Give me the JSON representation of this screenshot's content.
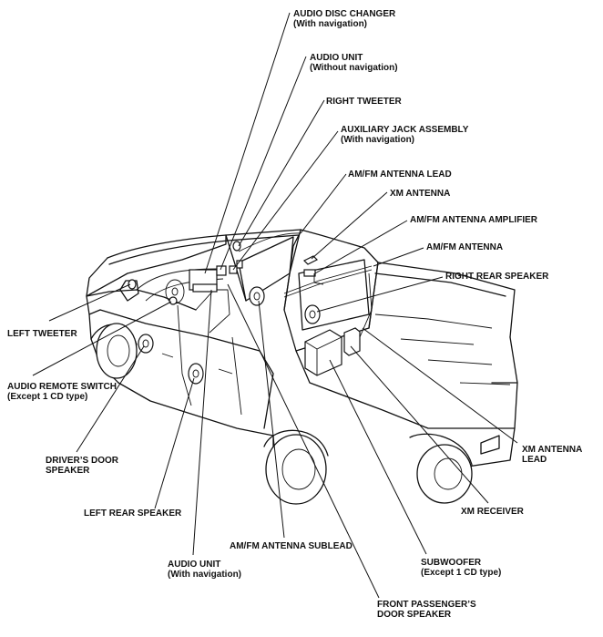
{
  "labels": {
    "audio_disc_changer": [
      "AUDIO DISC CHANGER",
      "(With navigation)"
    ],
    "audio_unit_without_nav": [
      "AUDIO UNIT",
      "(Without navigation)"
    ],
    "right_tweeter": [
      "RIGHT TWEETER"
    ],
    "auxiliary_jack": [
      "AUXILIARY JACK ASSEMBLY",
      "(With navigation)"
    ],
    "amfm_antenna_lead": [
      "AM/FM ANTENNA LEAD"
    ],
    "xm_antenna": [
      "XM ANTENNA"
    ],
    "amfm_antenna_amplifier": [
      "AM/FM ANTENNA AMPLIFIER"
    ],
    "amfm_antenna": [
      "AM/FM ANTENNA"
    ],
    "right_rear_speaker": [
      "RIGHT REAR SPEAKER"
    ],
    "left_tweeter": [
      "LEFT TWEETER"
    ],
    "audio_remote_switch": [
      "AUDIO REMOTE SWITCH",
      "(Except 1 CD type)"
    ],
    "drivers_door_speaker": [
      "DRIVER’S DOOR",
      "SPEAKER"
    ],
    "left_rear_speaker": [
      "LEFT REAR SPEAKER"
    ],
    "amfm_antenna_sublead": [
      "AM/FM ANTENNA SUBLEAD"
    ],
    "audio_unit_with_nav": [
      "AUDIO UNIT",
      "(With navigation)"
    ],
    "subwoofer": [
      "SUBWOOFER",
      "(Except 1 CD type)"
    ],
    "front_passenger_door_speaker": [
      "FRONT PASSENGER’S",
      "DOOR SPEAKER"
    ],
    "xm_receiver": [
      "XM RECEIVER"
    ],
    "xm_antenna_lead": [
      "XM ANTENNA",
      "LEAD"
    ]
  }
}
